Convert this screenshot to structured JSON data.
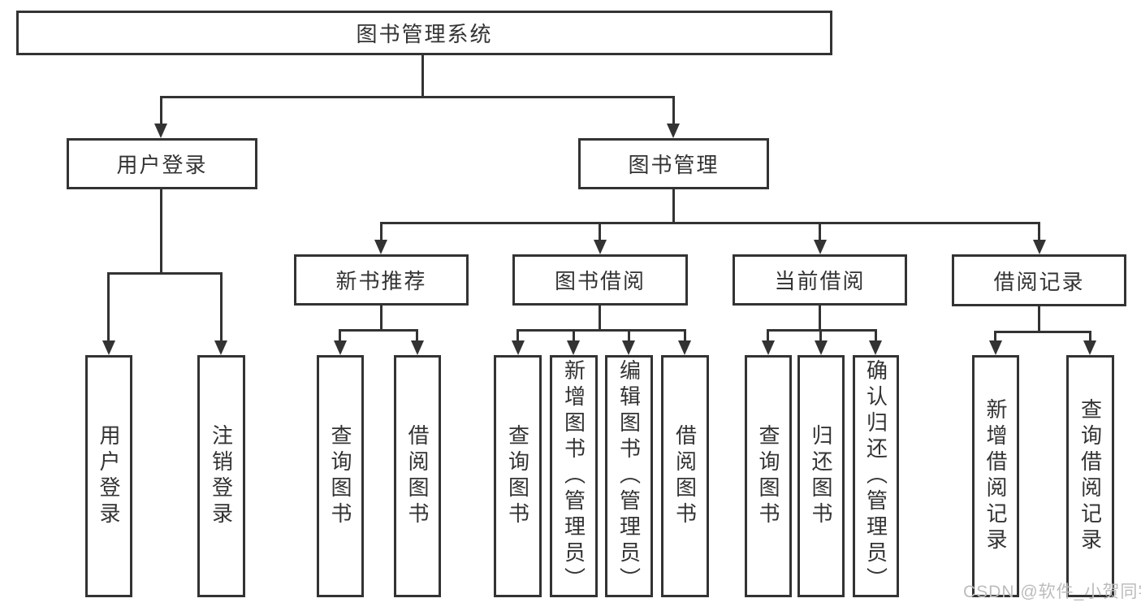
{
  "diagram": {
    "root": {
      "label": "图书管理系统"
    },
    "branches": [
      {
        "label": "用户登录",
        "children": [
          {
            "label": "用户登录"
          },
          {
            "label": "注销登录"
          }
        ]
      },
      {
        "label": "图书管理",
        "children": [
          {
            "label": "新书推荐",
            "children": [
              {
                "label": "查询图书"
              },
              {
                "label": "借阅图书"
              }
            ]
          },
          {
            "label": "图书借阅",
            "children": [
              {
                "label": "查询图书"
              },
              {
                "label": "新增图书（管理员）"
              },
              {
                "label": "编辑图书（管理员）"
              },
              {
                "label": "借阅图书"
              }
            ]
          },
          {
            "label": "当前借阅",
            "children": [
              {
                "label": "查询图书"
              },
              {
                "label": "归还图书"
              },
              {
                "label": "确认归还（管理员）"
              }
            ]
          },
          {
            "label": "借阅记录",
            "children": [
              {
                "label": "新增借阅记录"
              },
              {
                "label": "查询借阅记录"
              }
            ]
          }
        ]
      }
    ]
  },
  "watermark": {
    "text": "CSDN @软件_小贺同学"
  },
  "colors": {
    "line": "#333333",
    "text": "#333333",
    "background": "#ffffff",
    "watermark": "#bcbcbc"
  }
}
